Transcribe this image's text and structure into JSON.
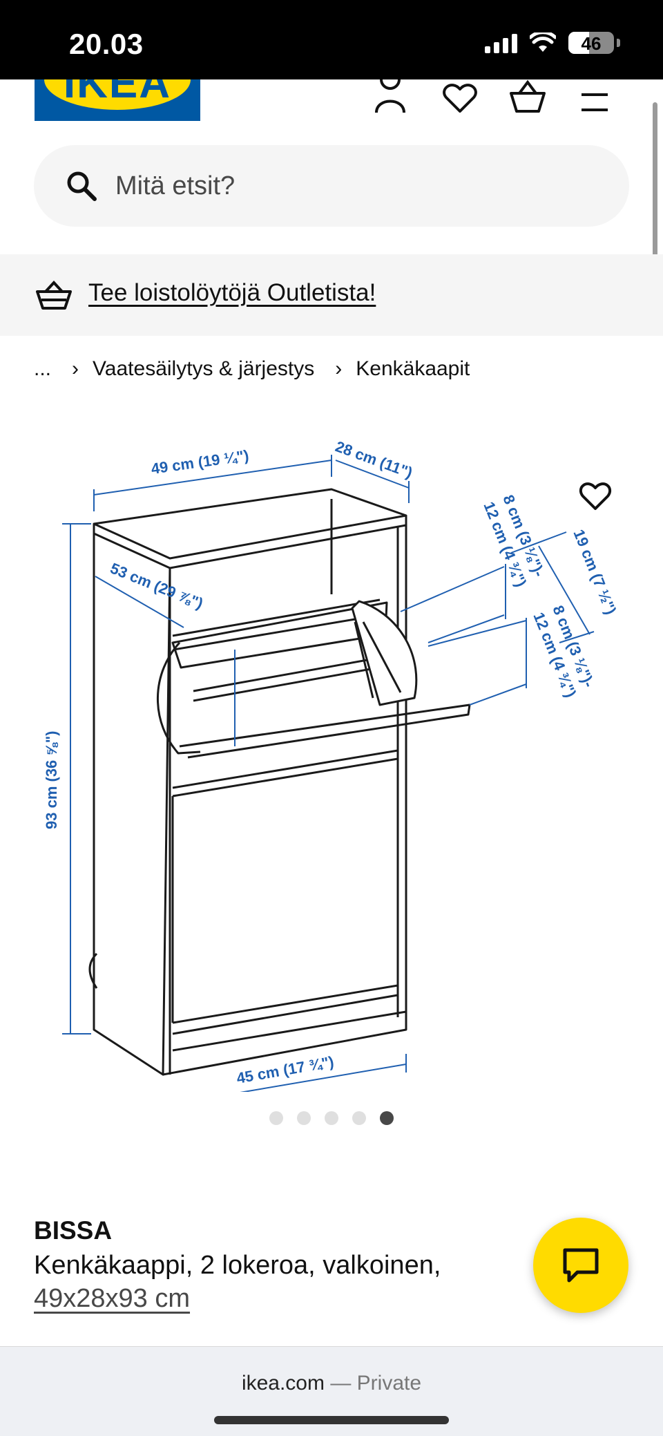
{
  "status_bar": {
    "time": "20.03",
    "battery": "46",
    "battery_level": 0.46
  },
  "header": {
    "logo_text": "IKEA",
    "icons": [
      "user-icon",
      "heart-icon",
      "basket-icon",
      "menu-icon"
    ]
  },
  "search": {
    "placeholder": "Mitä etsit?",
    "value": ""
  },
  "banner": {
    "link_text": "Tee loistolöytöjä Outletista!",
    "icon": "outlet-basket-icon"
  },
  "breadcrumb": {
    "items": [
      "...",
      "Vaatesäilytys & järjestys",
      "Kenkäkaapit"
    ]
  },
  "image": {
    "labels": {
      "width": "49 cm (19 ¼\")",
      "depth": "28 cm (11\")",
      "height": "93 cm (36 ⅝\")",
      "inner_depth": "53 cm (29 ⅞\")",
      "bottom_width": "45 cm (17 ¾\")",
      "upper_height_a": "8 cm (3 ⅛\")-",
      "upper_height_b": "12 cm (4 ¾\")",
      "open_height": "19 cm (7 ½\")",
      "lower_height_a": "8 cm (3 ⅛\")-",
      "lower_height_b": "12 cm (4 ¾\")"
    },
    "pagination": {
      "count": 5,
      "active_index": 4
    }
  },
  "product": {
    "name": "BISSA",
    "description": "Kenkäkaappi, 2 lokeroa, valkoinen,",
    "size": "49x28x93 cm"
  },
  "bottom_bar": {
    "domain": "ikea.com",
    "mode": "— Private"
  },
  "colors": {
    "brand_blue": "#0058a3",
    "brand_yellow": "#ffdb00",
    "dimension_blue": "#1f5fb0"
  }
}
